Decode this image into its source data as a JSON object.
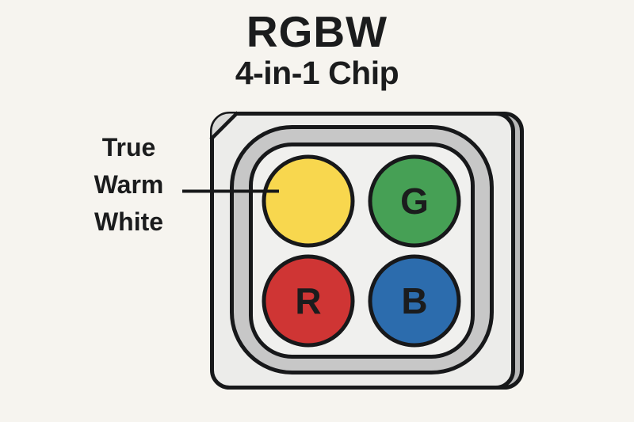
{
  "title": "RGBW",
  "subtitle": "4-in-1 Chip",
  "callout": {
    "lines": [
      "True",
      "Warm",
      "White"
    ],
    "points_to": "warm-white-led"
  },
  "chip": {
    "leds": [
      {
        "id": "warm-white",
        "letter": "",
        "color": "#f8d74e"
      },
      {
        "id": "green",
        "letter": "G",
        "color": "#46a055"
      },
      {
        "id": "red",
        "letter": "R",
        "color": "#cf3534"
      },
      {
        "id": "blue",
        "letter": "B",
        "color": "#2c6cad"
      }
    ]
  },
  "colors": {
    "background": "#f6f4ef",
    "chip_body": "#ececea",
    "chip_side": "#b9b9b9",
    "ring_gray": "#c7c7c7",
    "inner_panel": "#f0f0ee",
    "corner_notch": "#dadad8",
    "outline": "#17181a",
    "text": "#1b1c1d"
  }
}
